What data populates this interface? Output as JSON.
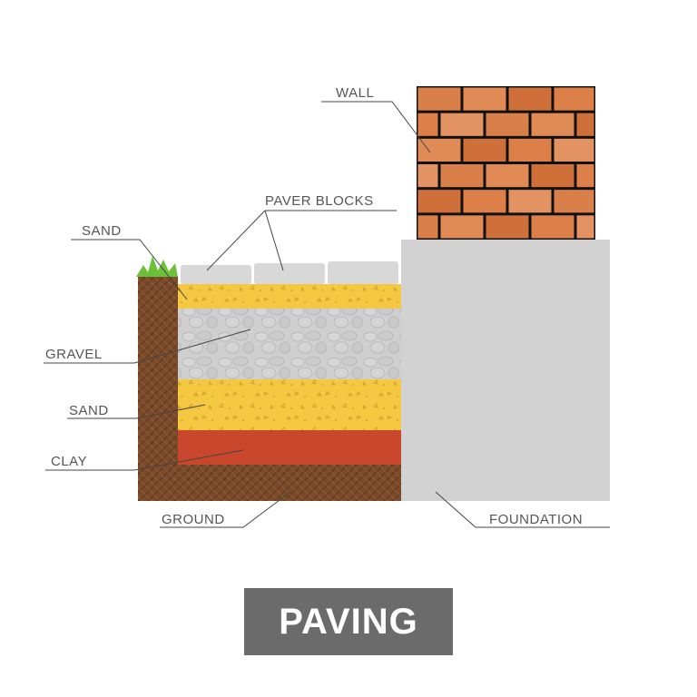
{
  "labels": {
    "wall": "WALL",
    "paver_blocks": "PAVER BLOCKS",
    "sand_top": "SAND",
    "gravel": "GRAVEL",
    "sand_bottom": "SAND",
    "clay": "CLAY",
    "ground": "GROUND",
    "foundation": "FOUNDATION"
  },
  "title": "PAVING",
  "colors": {
    "ground": "#7a4a2a",
    "clay": "#c9472c",
    "sand": "#f5c842",
    "gravel": "#cfcfcf",
    "paver": "#d8d8d8",
    "foundation": "#d2d2d2",
    "brick": "#d9804a",
    "grass": "#6cc13a",
    "title_bg": "#6b6b6b"
  }
}
